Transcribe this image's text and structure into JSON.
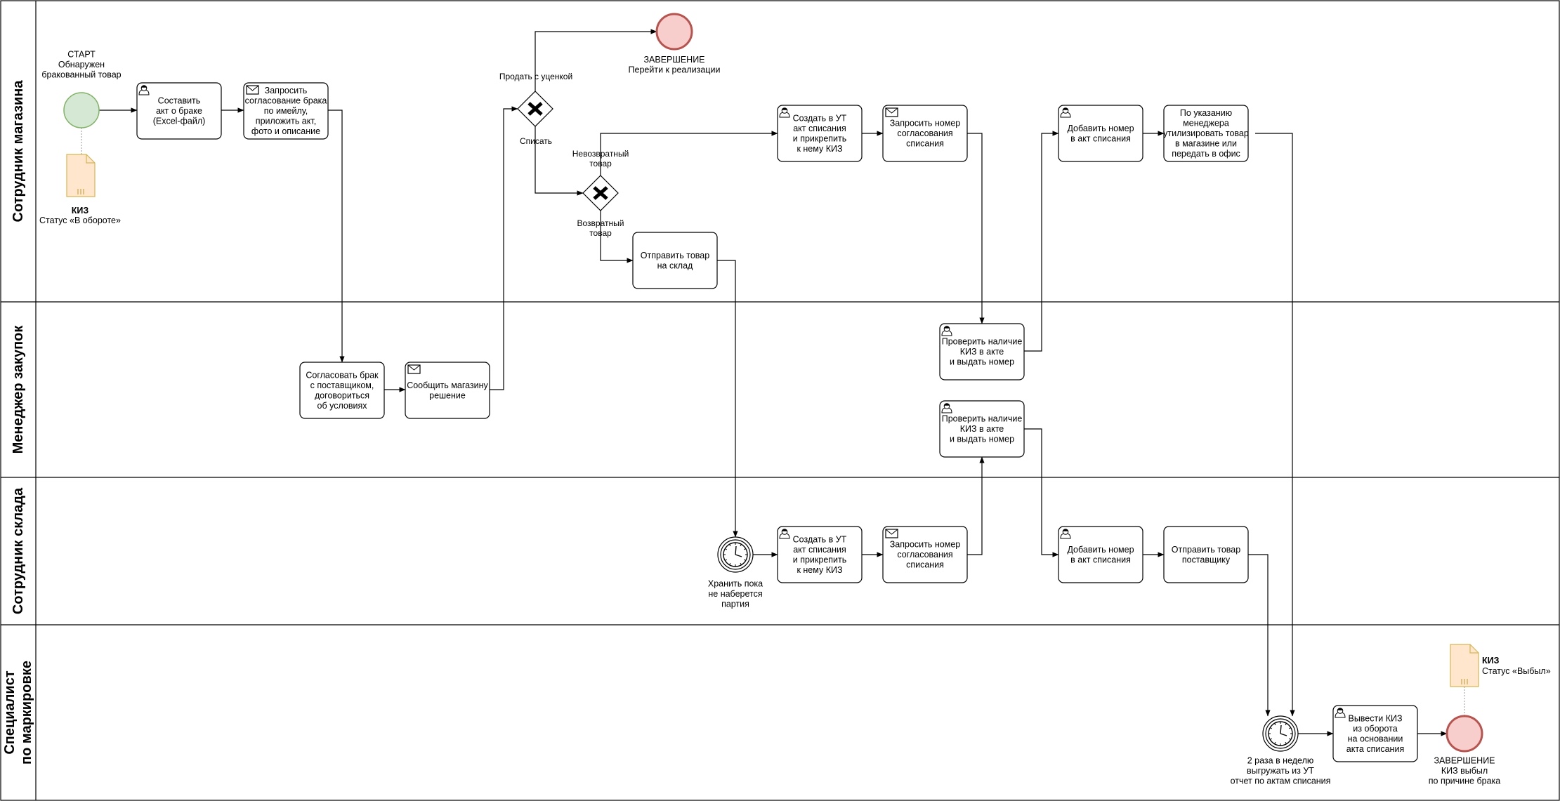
{
  "lanes": [
    {
      "id": "store",
      "title": [
        "Сотрудник магазина"
      ]
    },
    {
      "id": "purchase",
      "title": [
        "Менеджер закупок"
      ]
    },
    {
      "id": "warehouse",
      "title": [
        "Сотрудник склада"
      ]
    },
    {
      "id": "marking",
      "title": [
        "Специалист",
        "по маркировке"
      ]
    }
  ],
  "events": [
    {
      "id": "start",
      "type": "start",
      "label": [
        "СТАРТ",
        "Обнаружен",
        "бракованный товар"
      ],
      "label_pos": "above"
    },
    {
      "id": "end1",
      "type": "end",
      "label": [
        "ЗАВЕРШЕНИЕ",
        "Перейти к реализации"
      ],
      "label_pos": "below"
    },
    {
      "id": "timer1",
      "type": "timer",
      "label": [
        "Хранить пока",
        "не наберется",
        "партия"
      ],
      "label_pos": "below"
    },
    {
      "id": "timer2",
      "type": "timer",
      "label": [
        "2 раза в неделю",
        "выгружать из УТ",
        "отчет по актам списания"
      ],
      "label_pos": "below"
    },
    {
      "id": "end2",
      "type": "end",
      "label": [
        "ЗАВЕРШЕНИЕ",
        "КИЗ выбыл",
        "по причине брака"
      ],
      "label_pos": "below"
    }
  ],
  "data_objects": [
    {
      "id": "kiz1",
      "title": "КИЗ",
      "status": "Статус «В обороте»"
    },
    {
      "id": "kiz2",
      "title": "КИЗ",
      "status": "Статус «Выбыл»"
    }
  ],
  "tasks": [
    {
      "id": "t1",
      "icon": "user",
      "lines": [
        "Составить",
        "акт о браке",
        "(Excel-файл)"
      ]
    },
    {
      "id": "t2",
      "icon": "mail",
      "lines": [
        "Запросить",
        "согласование брака",
        "по имейлу,",
        "приложить акт,",
        "фото и описание"
      ]
    },
    {
      "id": "t3",
      "icon": "none",
      "lines": [
        "Согласовать брак",
        "с поставщиком,",
        "договориться",
        "об условиях"
      ]
    },
    {
      "id": "t4",
      "icon": "mail",
      "lines": [
        "Сообщить магазину",
        "решение"
      ]
    },
    {
      "id": "t5",
      "icon": "user",
      "lines": [
        "Создать в УТ",
        "акт списания",
        "и прикрепить",
        "к нему КИЗ"
      ]
    },
    {
      "id": "t6",
      "icon": "mail",
      "lines": [
        "Запросить номер",
        "согласования",
        "списания"
      ]
    },
    {
      "id": "t7",
      "icon": "none",
      "lines": [
        "Отправить товар",
        "на склад"
      ]
    },
    {
      "id": "t8",
      "icon": "user",
      "lines": [
        "Проверить наличие",
        "КИЗ в акте",
        "и выдать номер"
      ]
    },
    {
      "id": "t9",
      "icon": "user",
      "lines": [
        "Добавить номер",
        "в акт списания"
      ]
    },
    {
      "id": "t10",
      "icon": "none",
      "lines": [
        "По указанию",
        "менеджера",
        "утилизировать товар",
        "в магазине или",
        "передать в офис"
      ]
    },
    {
      "id": "t11",
      "icon": "user",
      "lines": [
        "Проверить наличие",
        "КИЗ в акте",
        "и выдать номер"
      ]
    },
    {
      "id": "t12",
      "icon": "user",
      "lines": [
        "Создать в УТ",
        "акт списания",
        "и прикрепить",
        "к нему КИЗ"
      ]
    },
    {
      "id": "t13",
      "icon": "mail",
      "lines": [
        "Запросить номер",
        "согласования",
        "списания"
      ]
    },
    {
      "id": "t14",
      "icon": "user",
      "lines": [
        "Добавить номер",
        "в акт списания"
      ]
    },
    {
      "id": "t15",
      "icon": "none",
      "lines": [
        "Отправить товар",
        "поставщику"
      ]
    },
    {
      "id": "t16",
      "icon": "user",
      "lines": [
        "Вывести КИЗ",
        "из оборота",
        "на основании",
        "акта списания"
      ]
    }
  ],
  "gateways": [
    {
      "id": "g1",
      "type": "exclusive"
    },
    {
      "id": "g2",
      "type": "exclusive"
    }
  ],
  "flow_labels": [
    {
      "id": "fl1",
      "lines": [
        "Продать с уценкой"
      ]
    },
    {
      "id": "fl2",
      "lines": [
        "Списать"
      ]
    },
    {
      "id": "fl3",
      "lines": [
        "Невозвратный",
        "товар"
      ]
    },
    {
      "id": "fl4",
      "lines": [
        "Возвратный",
        "товар"
      ]
    }
  ]
}
